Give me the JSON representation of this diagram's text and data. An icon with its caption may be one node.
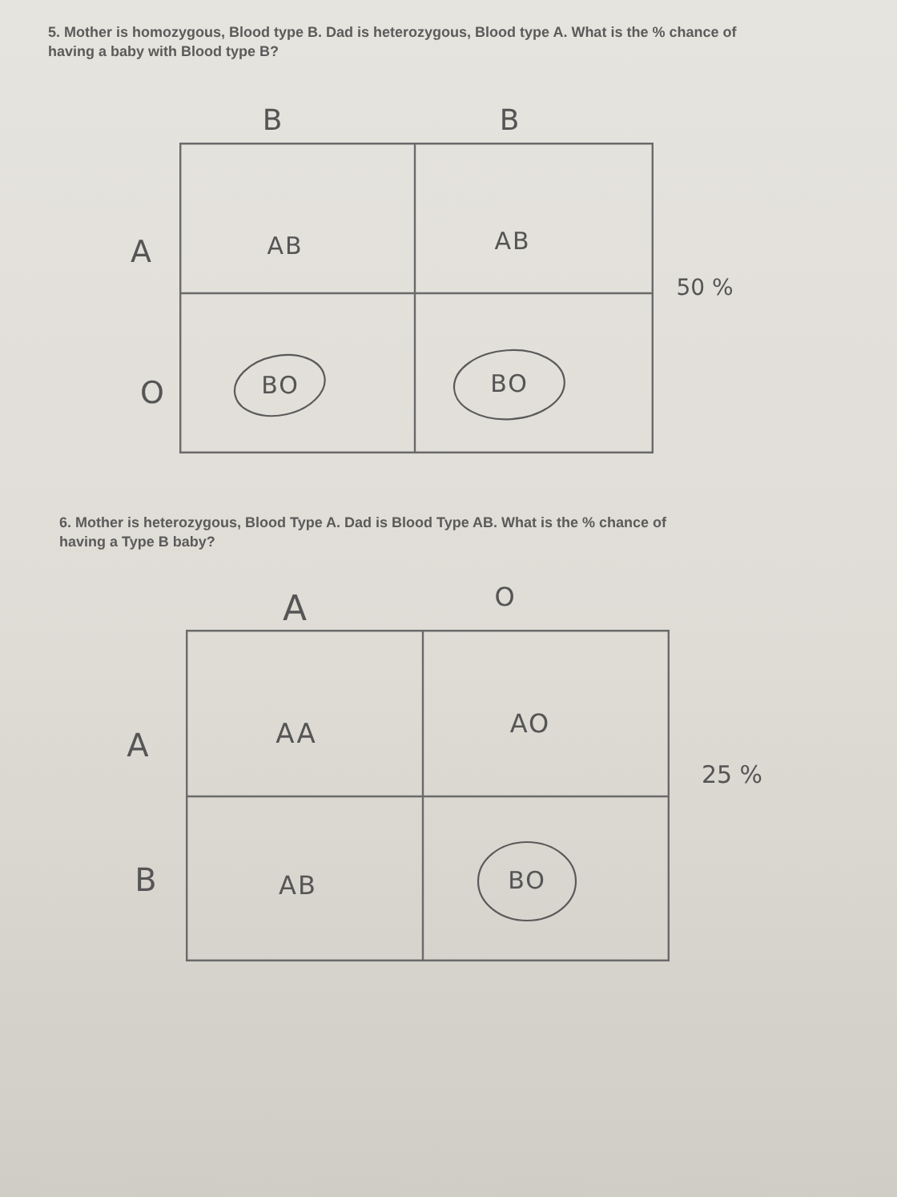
{
  "diagram": {
    "labels": [
      "5. Mother is homozygous, Blood type B. Dad is heterozygous, Blood type A. What is the % chance of having a baby with Blood type B?",
      "B",
      "B",
      "A",
      "AB",
      "AB",
      "50 %",
      "O",
      "BO",
      "BO",
      "6. Mother is heterozygous, Blood Type A. Dad is Blood Type AB. What is the % chance of having a Type B baby?",
      "A",
      "O",
      "A",
      "AA",
      "AO",
      "25 %",
      "B",
      "AB",
      "BO"
    ]
  }
}
